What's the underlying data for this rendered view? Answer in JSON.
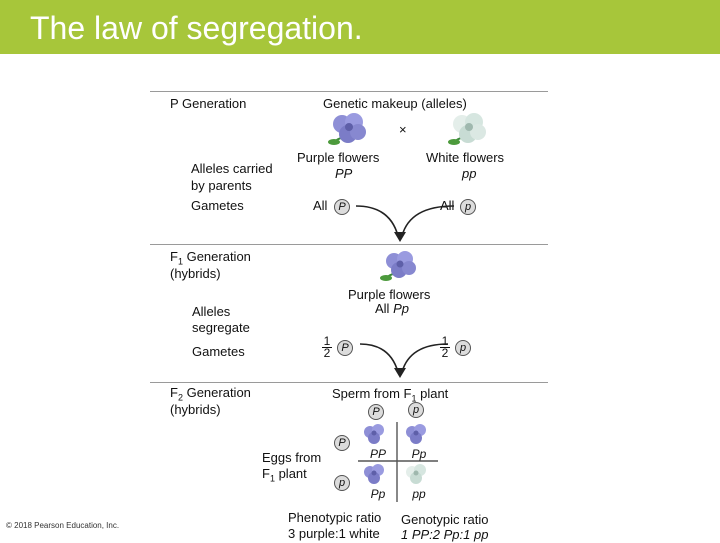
{
  "title": "The law of segregation.",
  "p_gen": {
    "label": "P Generation",
    "genetic_makeup": "Genetic makeup (alleles)",
    "cross_symbol": "×",
    "alleles_carried": "Alleles carried",
    "by_parents": "by parents",
    "gametes": "Gametes",
    "purple_flowers": "Purple flowers",
    "purple_genotype": "PP",
    "white_flowers": "White flowers",
    "white_genotype": "pp",
    "all_left": "All",
    "allele_left": "P",
    "all_right": "All",
    "allele_right": "p"
  },
  "f1_gen": {
    "label": "F",
    "label_sub": "1",
    "label_rest": " Generation",
    "hybrids": "(hybrids)",
    "purple_flowers": "Purple flowers",
    "all": "All ",
    "genotype": "Pp",
    "alleles_segregate_1": "Alleles",
    "alleles_segregate_2": "segregate",
    "gametes": "Gametes",
    "frac_num": "1",
    "frac_den": "2",
    "allele_left": "P",
    "allele_right": "p"
  },
  "f2_gen": {
    "label": "F",
    "label_sub": "2",
    "label_rest": " Generation",
    "hybrids": "(hybrids)",
    "sperm": "Sperm from F",
    "sperm_sub": "1",
    "sperm_rest": " plant",
    "sperm_P": "P",
    "sperm_p": "p",
    "eggs_1": "Eggs from",
    "eggs_2": "F",
    "eggs_2_sub": "1",
    "eggs_2_rest": " plant",
    "egg_P": "P",
    "egg_p": "p",
    "cells": [
      "PP",
      "Pp",
      "Pp",
      "pp"
    ]
  },
  "ratios": {
    "phenotypic_label": "Phenotypic ratio",
    "phenotypic_value": "3 purple:1 white",
    "genotypic_label": "Genotypic ratio",
    "genotypic_value": "1 PP:2 Pp:1 pp"
  },
  "copyright": "© 2018 Pearson Education, Inc.",
  "colors": {
    "title_bar": "#a7c63a",
    "purple_flower": "#8e8fd6",
    "white_flower": "#d6e6e0",
    "punnett_line": "#555555"
  }
}
